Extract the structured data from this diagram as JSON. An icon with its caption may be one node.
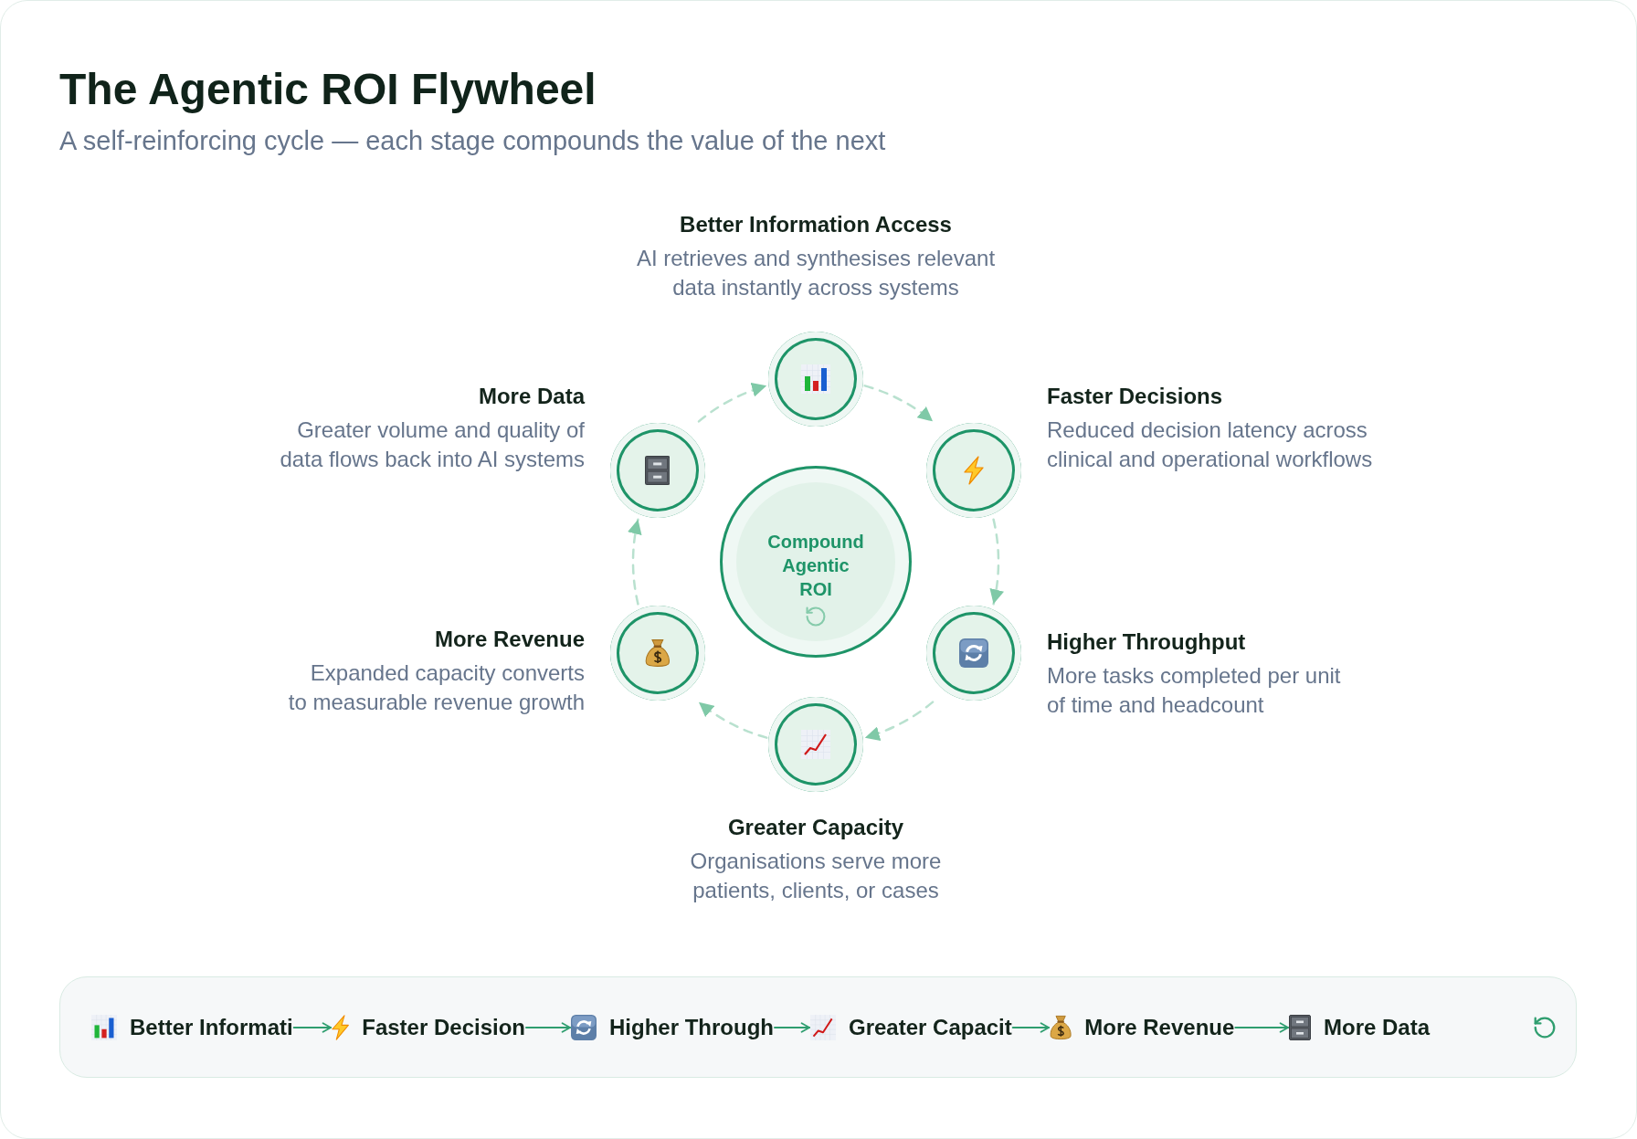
{
  "diagram": {
    "title": "The Agentic ROI Flywheel",
    "caption": "A self-reinforcing cycle — each stage compounds the value of the next",
    "nodes": [
      {
        "text": [],
        "shape": "circle",
        "beside": [
          "Better Information Access",
          "AI retrieves and synthesises relevant data instantly across systems"
        ]
      },
      {
        "text": [],
        "shape": "circle",
        "beside": [
          "Faster Decisions",
          "Reduced decision latency across clinical and operational workflows"
        ]
      },
      {
        "text": [],
        "shape": "circle",
        "beside": [
          "Higher Throughput",
          "More tasks completed per unit of time and headcount"
        ]
      },
      {
        "text": [],
        "shape": "circle",
        "beside": [
          "Greater Capacity",
          "Organisations serve more patients, clients, or cases"
        ]
      },
      {
        "text": [],
        "shape": "circle",
        "beside": [
          "More Revenue",
          "Expanded capacity converts to measurable revenue growth"
        ]
      },
      {
        "text": [],
        "shape": "circle",
        "beside": [
          "More Data",
          "Greater volume and quality of data flows back into AI systems"
        ]
      },
      {
        "text": [
          "Compound Agentic ROI"
        ]
      },
      {
        "text": [],
        "shape": "box"
      },
      {
        "text": [
          "Better Informati"
        ],
        "in": 7
      },
      {
        "text": [
          "Faster Decision"
        ],
        "in": 7
      },
      {
        "text": [
          "Higher Through"
        ],
        "in": 7
      },
      {
        "text": [
          "Greater Capacit"
        ],
        "in": 7
      },
      {
        "text": [
          "More Revenue"
        ],
        "in": 7
      },
      {
        "text": [
          "More Data"
        ],
        "in": 7
      }
    ],
    "edges": [
      {
        "from": 0,
        "to": 1,
        "arrow": "to",
        "style": "dashed"
      },
      {
        "from": 1,
        "to": 2,
        "arrow": "to",
        "style": "dashed"
      },
      {
        "from": 2,
        "to": 3,
        "arrow": "to",
        "style": "dashed"
      },
      {
        "from": 3,
        "to": 4,
        "arrow": "to",
        "style": "dashed"
      },
      {
        "from": 4,
        "to": 5,
        "arrow": "to",
        "style": "dashed"
      },
      {
        "from": 5,
        "to": 0,
        "arrow": "to",
        "style": "dashed"
      },
      {
        "from": 8,
        "to": 9,
        "arrow": "to",
        "color": "#2f9e6f"
      },
      {
        "from": 9,
        "to": 10,
        "arrow": "to",
        "color": "#2f9e6f"
      },
      {
        "from": 10,
        "to": 11,
        "arrow": "to",
        "color": "#2f9e6f"
      },
      {
        "from": 11,
        "to": 12,
        "arrow": "to",
        "color": "#2f9e6f"
      },
      {
        "from": 12,
        "to": 13,
        "arrow": "to",
        "color": "#2f9e6f"
      }
    ]
  }
}
